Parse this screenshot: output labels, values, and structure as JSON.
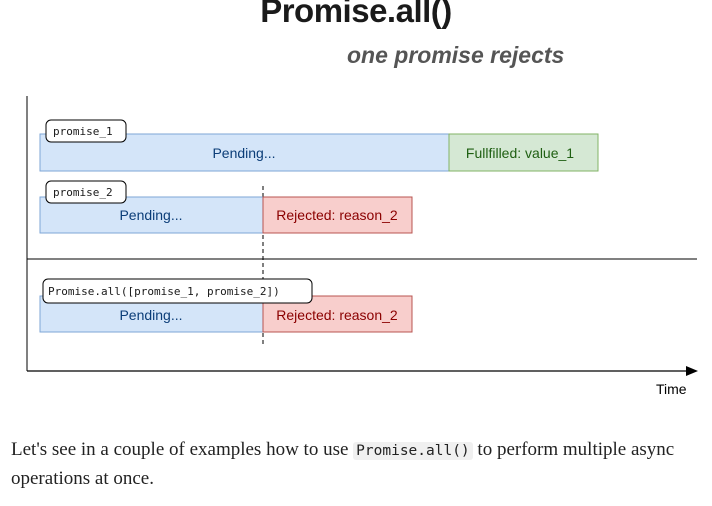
{
  "title": "Promise.all()",
  "subtitle": "one promise rejects",
  "colors": {
    "pending_fill": "#d4e5f9",
    "pending_stroke": "#7ea6d6",
    "pending_text": "#0b3d78",
    "fulfilled_fill": "#d5e8d4",
    "fulfilled_stroke": "#82b366",
    "fulfilled_text": "#1f5f12",
    "rejected_fill": "#f8cecc",
    "rejected_stroke": "#b85450",
    "rejected_text": "#8b0000",
    "axis": "#000000"
  },
  "diagram": {
    "rows": [
      {
        "label": "promise_1",
        "segments": [
          {
            "state": "pending",
            "text": "Pending..."
          },
          {
            "state": "fulfilled",
            "text": "Fullfilled: value_1"
          }
        ]
      },
      {
        "label": "promise_2",
        "segments": [
          {
            "state": "pending",
            "text": "Pending..."
          },
          {
            "state": "rejected",
            "text": "Rejected: reason_2"
          }
        ]
      },
      {
        "label": "Promise.all([promise_1, promise_2])",
        "segments": [
          {
            "state": "pending",
            "text": "Pending..."
          },
          {
            "state": "rejected",
            "text": "Rejected: reason_2"
          }
        ]
      }
    ],
    "axis_label": "Time"
  },
  "prose": {
    "before": "Let's see in a couple of examples how to use ",
    "code": "Promise.all()",
    "after": " to perform multiple async operations at once."
  }
}
